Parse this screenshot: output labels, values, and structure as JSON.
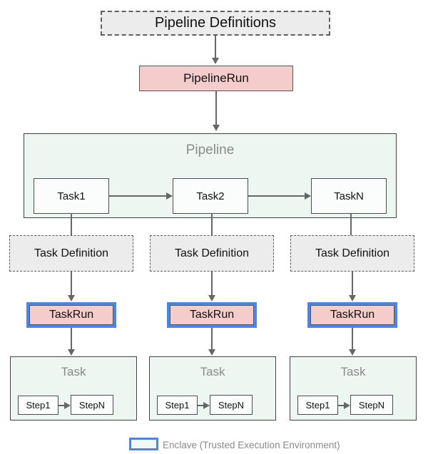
{
  "diagram": {
    "pipeline_definitions_label": "Pipeline Definitions",
    "pipeline_run_label": "PipelineRun",
    "pipeline": {
      "title": "Pipeline",
      "tasks": [
        "Task1",
        "Task2",
        "TaskN"
      ]
    },
    "columns": [
      {
        "task_definition_label": "Task Definition",
        "task_run_label": "TaskRun",
        "task": {
          "title": "Task",
          "steps": [
            "Step1",
            "StepN"
          ]
        }
      },
      {
        "task_definition_label": "Task Definition",
        "task_run_label": "TaskRun",
        "task": {
          "title": "Task",
          "steps": [
            "Step1",
            "StepN"
          ]
        }
      },
      {
        "task_definition_label": "Task Definition",
        "task_run_label": "TaskRun",
        "task": {
          "title": "Task",
          "steps": [
            "Step1",
            "StepN"
          ]
        }
      }
    ],
    "legend": {
      "label": "Enclave (Trusted Execution Environment)"
    },
    "colors": {
      "enclave_border": "#4a86e8",
      "run_fill": "#f4cccc",
      "definition_fill": "#ececec",
      "container_fill": "#edf6f0",
      "connector": "#666666",
      "muted_text": "#8b8b8b"
    }
  }
}
